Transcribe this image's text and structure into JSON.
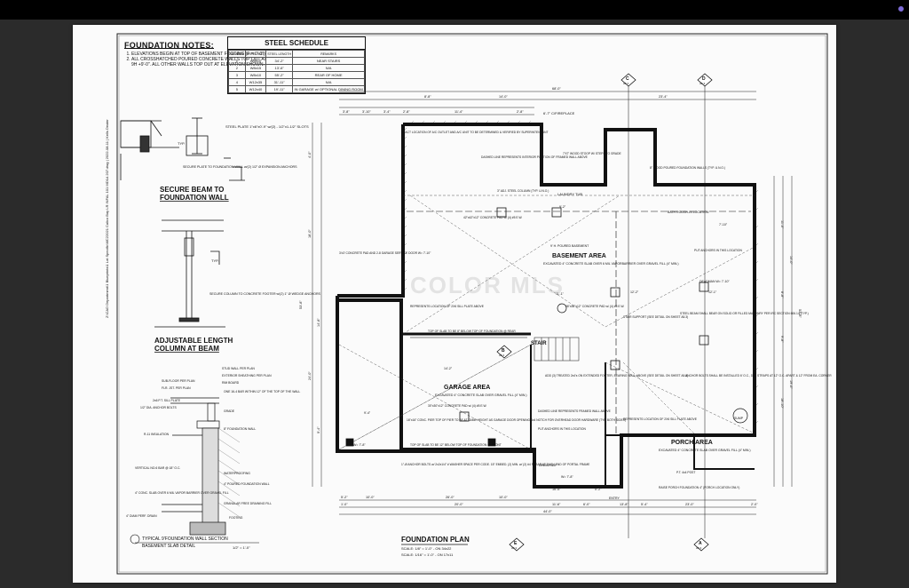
{
  "foundation_notes": {
    "title": "FOUNDATION NOTES:",
    "items": [
      "ELEVATIONS BEGIN AT TOP OF BASEMENT FOOTING (F = 0'-0\")",
      "ALL CROSSHATCHED POURED CONCRETE WALLS TOP OUT AT 9H +9'-0\". ALL OTHER WALLS TOP OUT AT ELEVATION SHOWN."
    ]
  },
  "steel_schedule": {
    "title": "STEEL SCHEDULE",
    "headers": [
      "NUMBER",
      "STEEL SIZE",
      "STEEL LENGTH",
      "REMARKS"
    ],
    "rows": [
      [
        "1",
        "W8x10",
        "34'-2\"",
        "NEAR STAIRS"
      ],
      [
        "2",
        "W8x15",
        "13'-6\"",
        "N/A"
      ],
      [
        "3",
        "W8x10",
        "55'-2\"",
        "REAR OF HOME"
      ],
      [
        "4",
        "W12x35",
        "31'-11\"",
        "N/A"
      ],
      [
        "5",
        "W12x40",
        "19'-11\"",
        "IN GARAGE w/ OPTIONAL DINING ROOM"
      ]
    ]
  },
  "details": {
    "secure_beam_title_1": "SECURE BEAM TO",
    "secure_beam_title_2": "FOUNDATION WALL",
    "steel_plate_note": "STEEL PLATE 1\"x6\"x0'-9\" w/(2) - 1/2\"x1-1/2\" SLOTS",
    "secure_plate_note": "SECURE PLATE TO FOUNDATION WALL w/(2) 1/2\" Ø EXPANSION ANCHORS",
    "adjustable_title_1": "ADJUSTABLE LENGTH",
    "adjustable_title_2": "COLUMN AT BEAM",
    "secure_column_note": "SECURE COLUMN TO CONCRETE FOOTER w/(2) 1\" Ø WEDGE ANCHORS",
    "typ": "TYP.",
    "wall_section_title": "TYPICAL 9'FOUNDATION WALL SECTION",
    "basement_slab": "BASEMENT SLAB DETAIL",
    "wall_section_scale": "1/2\" = 1'-0\"",
    "section_notes": [
      "STUD WALL PER PLAN",
      "EXTERIOR SHEATHING PER PLAN",
      "RIM BOARD",
      "FLR. JST. PER PLAN",
      "SUB-FLOOR PER PLAN",
      "ONE 16-4 BAR WITHIN 12\" OF THE TOP OF THE WALL",
      "2x6 P.T. SILL PLATE",
      "1/2\" DIA. ANCHOR BOLTS",
      "GRADE",
      "R-11 INSULATION",
      "8\" FOUNDATION WALL",
      "VERTICAL NO.6 BAR @ 18\" O.C.",
      "WATERPROOFING",
      "4\" POURED FOUNDATION WALL",
      "GRANULAR FREE DRAINING FILL",
      "4\" CONC. SLAB OVER 6 MIL VAPOR BARRIER OVER GRAVEL FILL",
      "4\" DIAM PERF. DRAIN",
      "FOOTING"
    ]
  },
  "plan": {
    "title": "FOUNDATION PLAN",
    "scale_1": "SCALE:   1/8\" = 1'-0\" - ON 34x22",
    "scale_2": "SCALE:   1/16\" = 1'-0\" - ON 17x11",
    "watermark": "COLOR MLS",
    "rooms": {
      "basement": "BASEMENT AREA",
      "basement_note": "EXCAVATED 4\" CONCRETE SLAB OVER 6 MIL VAPORBARRIER OVER GRAVEL FILL (4\" MIN.)",
      "basement_height": "9' H. POURED BASEMENT",
      "garage": "GARAGE AREA",
      "garage_note": "EXCAVATED 4\" CONCRETE SLAB OVER GRAVEL FILL (4\" MIN.)",
      "stair": "STAIR",
      "porch": "PORCH AREA",
      "porch_note": "EXCAVATED 4\" CONCRETE SLAB OVER GRAVEL FILL (4\" MIN.)",
      "fireplace": "6'-7\" C/FIREPLACE",
      "laundry": "LAUNDRY TUB",
      "bath": "BATH ROUGH-IN LOCATION",
      "sump": "SUMP",
      "dining": "DINING BAY",
      "entry": "ENTRY",
      "deadman": "DEADMAN W= 7'-10\""
    },
    "notes": [
      "EXACT LOCATION OF A/C OUTLET AND A/C UNIT TO BE DETERMINED & VERIFIED BY SUPERINTENDANT",
      "DASHED LINE REPRESENTS INTERIOR PORTION OF FRAMED WALL ABOVE",
      "7'X7' WOOD STOOP W/ STEPS TO GRADE",
      "8\" WOOD POURED FOUNDATION WALLS (TYP. U.N.O.)",
      "3\" ADJ. STEEL COLUMN (TYP. U.N.O.)",
      "42\"x42\"x12\" CONCRETE PAD w/ (4) #5 E.W.",
      "3'x3' CONCRETE PAD AND 2-8 GARAGE SERVICE DOOR W= 7'-10\"",
      "REPRESENTS LOCATION OF 2X6 SILL PLATE ABOVE",
      "TOP OF SLAB TO BE 8\" BELOW TOP OF FOUNDATION @ REAR",
      "PUT ANCHORS IN THIS LOCATION",
      "36\"x36\"x12\" CONCRETE PAD w/ (4) #5 E.W.",
      "STAIR SUPPORT (SEE DETAIL ON SHEET A5.3)",
      "STEEL BEAM SHALL BEAR ON SOLID OR FILLED MASONRY PER IRC SECTION 606.14 (TYP.)",
      "ADD (3) TREATED 2x4's ON EXTENDED FOOTER, BEARING WALL ABOVE (SEE DETAIL ON SHEET A5.3)",
      "DASHED LINE REPRESENTS FRAMED WALL ABOVE",
      "PUT ANCHORS IN THIS LOCATION",
      "REPRESENTS LOCATION OF 2X6 SILL PLATE ABOVE",
      "ANCHOR BOLTS SHALL BE INSTALLED 6' O.C., DBL STRAPS AT 12\" O.C. APART & 12\" FROM EA. CORNER",
      "30\"x30\"x12\" CONCRETE PAD w/ (4) #5 E.W.",
      "16\"x16\" CONC. PIER TOP OF PIER TO BE AT SAME HEIGHT AS GARAGE DOOR OPENING 4x4 NOTCH FOR OVERHEAD DOOR HARDWARE (TYP. BOTH SIDES)",
      "TOP OF SLAB TO BE 12\" BELOW TOP OF FOUNDATION @ FRONT",
      "1\"-Ø ANCHOR BOLTS w/ 2x2x1/4\" # WASHER SPACE PER CODE. 15\" EMBED. (2) MIN. w/ (2) #4 REBAR AT EACH END OF PORTAL FRAME",
      "P.T. 4x4 POST",
      "RAISE PORCH FOUNDATION 4\" (PORCH LOCATION ONLY)"
    ],
    "dims_top": [
      "68'-0\"",
      "8'-8\"",
      "14'-0\"",
      "23'-4\"",
      "3'-8\"",
      "3'-10\"",
      "3'-4\"",
      "2'-8\"",
      "11'-4\"",
      "2'-8\""
    ],
    "dims_bottom": [
      "5'-2\"",
      "10'-0\"",
      "26'-0\"",
      "10'-0\"",
      "16'-6\"",
      "5'-2\"",
      "11'-6\"",
      "6'-0\"",
      "13'-8\"",
      "5'-4\"",
      "23'-0\"",
      "44'-0\"",
      "1'-0\"",
      "20'-0\"",
      "2'-0\""
    ],
    "dims_left": [
      "4'-0\"",
      "18'-0\"",
      "53'-8\"",
      "24'-0\"",
      "14'-8\"",
      "9'-4\""
    ],
    "dims_right": [
      "11'-0\"",
      "53'-8\"",
      "14'-0\"",
      "19'-6\"",
      "8'-8\"",
      "9'-8\"",
      "18'-10\""
    ],
    "markers": [
      {
        "letter": "C",
        "sheet": "A5.3"
      },
      {
        "letter": "D",
        "sheet": "A5.3"
      },
      {
        "letter": "B",
        "sheet": "A5.3"
      },
      {
        "letter": "E",
        "sheet": "A5.3"
      },
      {
        "letter": "A",
        "sheet": "A5.3"
      }
    ],
    "misc_dims": [
      "9'-2\"",
      "7'-10\"",
      "11'-1\"",
      "12'-2\"",
      "12'-1\"",
      "14'-2\"",
      "9'-4\"",
      "W= 7'-8\"",
      "W= 7'-8\""
    ]
  },
  "side_text": "Z:\\CAD Department\\1 Blueprints\\1 Lot Specific\\MC22021 Calico Bay LR INFAL 101 MD1A 207.dwg | 2022-08-11 | Kells Dexter"
}
